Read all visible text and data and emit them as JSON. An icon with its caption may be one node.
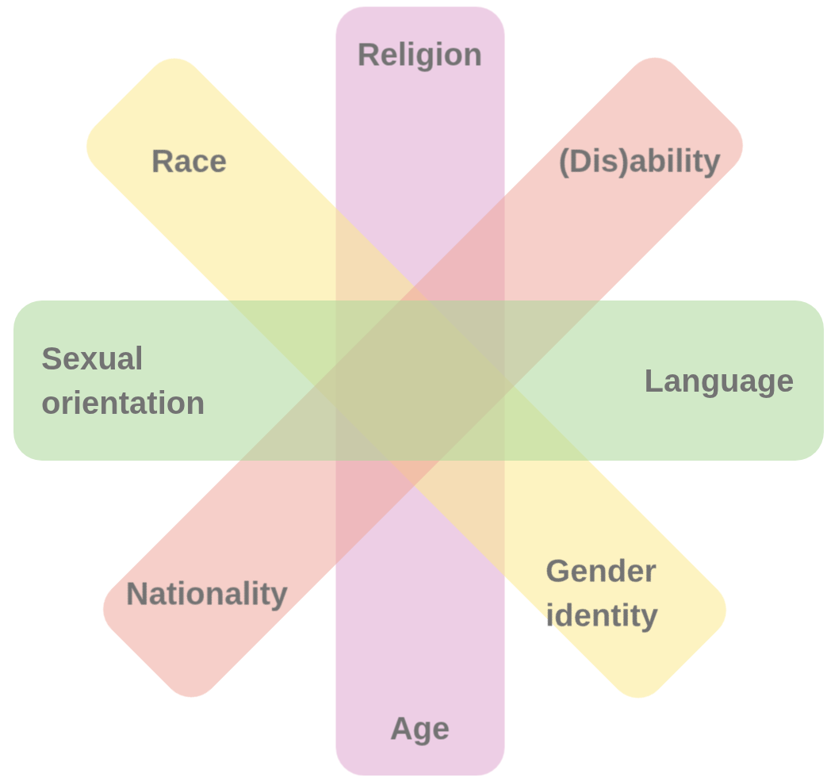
{
  "diagram": {
    "nodes": [
      {
        "text": [
          "Religion",
          "Age"
        ]
      },
      {
        "text": [
          "Race",
          "Gender identity"
        ]
      },
      {
        "text": [
          "(Dis)ability",
          "Nationality"
        ]
      },
      {
        "text": [
          "Sexual orientation",
          "Language"
        ]
      }
    ]
  }
}
